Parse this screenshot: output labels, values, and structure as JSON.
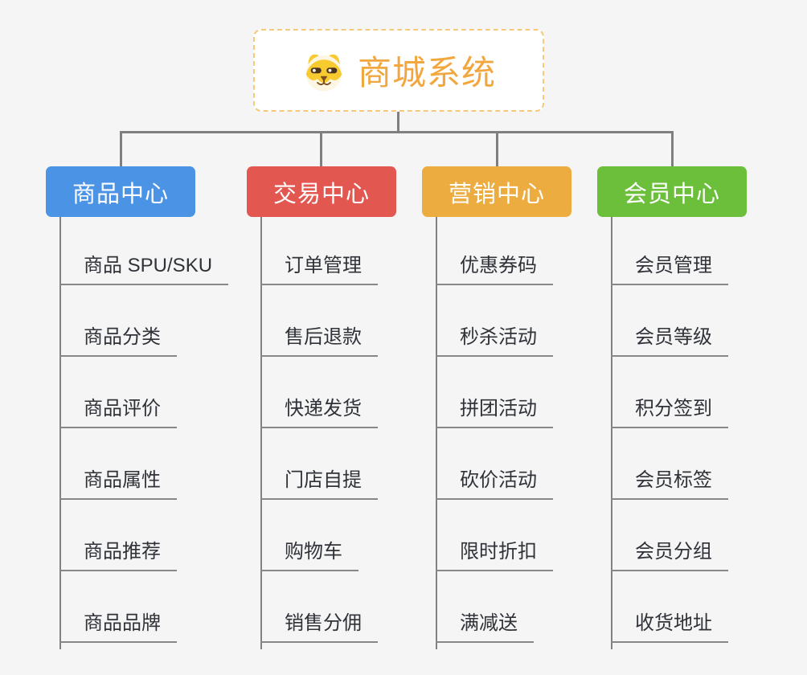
{
  "canvas": {
    "background_color": "#f5f5f5",
    "connector_color": "#7f7f7f",
    "underline_color": "#878787"
  },
  "root": {
    "title": "商城系统",
    "icon": "dog-face-icon",
    "text_color": "#f1a73e",
    "border_color": "#f8c87a",
    "background_color": "#ffffff"
  },
  "branches": [
    {
      "label": "商品中心",
      "color": "#4b93e5",
      "children": [
        "商品 SPU/SKU",
        "商品分类",
        "商品评价",
        "商品属性",
        "商品推荐",
        "商品品牌"
      ]
    },
    {
      "label": "交易中心",
      "color": "#e25750",
      "children": [
        "订单管理",
        "售后退款",
        "快递发货",
        "门店自提",
        "购物车",
        "销售分佣"
      ]
    },
    {
      "label": "营销中心",
      "color": "#edac3f",
      "children": [
        "优惠券码",
        "秒杀活动",
        "拼团活动",
        "砍价活动",
        "限时折扣",
        "满减送"
      ]
    },
    {
      "label": "会员中心",
      "color": "#6cbf3a",
      "children": [
        "会员管理",
        "会员等级",
        "积分签到",
        "会员标签",
        "会员分组",
        "收货地址"
      ]
    }
  ]
}
